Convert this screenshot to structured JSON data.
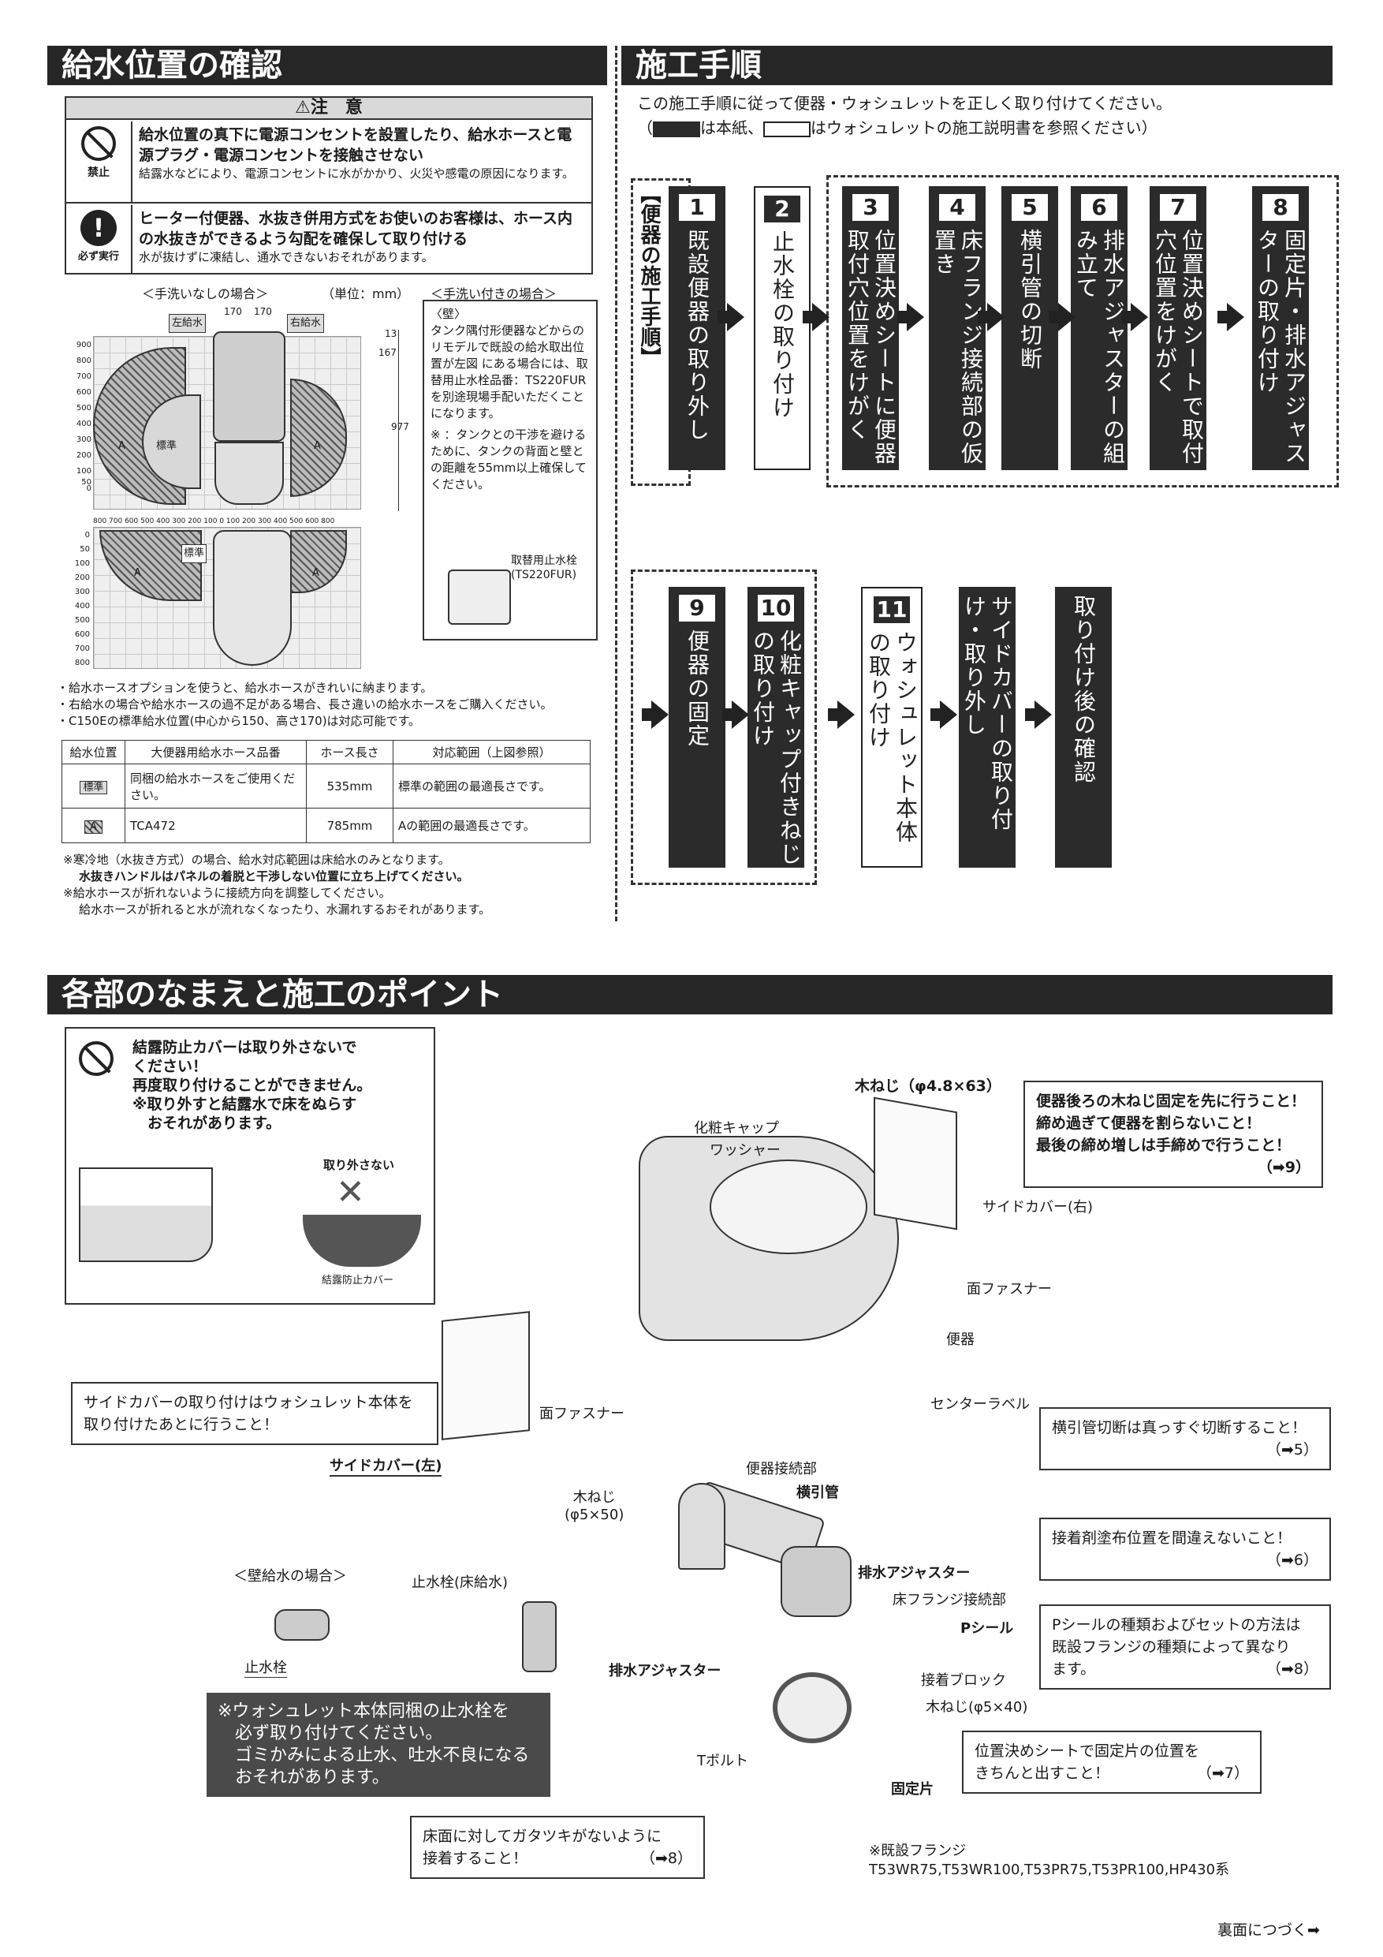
{
  "section1": {
    "title": "給水位置の確認",
    "caution_title": "⚠注　意",
    "prohibit_label": "禁止",
    "prohibit_bold": "給水位置の真下に電源コンセントを設置したり、給水ホースと電源プラグ・電源コンセントを接触させない",
    "prohibit_small": "結露水などにより、電源コンセントに水がかかり、火災や感電の原因になります。",
    "must_label": "必ず実行",
    "must_bold": "ヒーター付便器、水抜き併用方式をお使いのお客様は、ホース内の水抜きができるよう勾配を確保して取り付ける",
    "must_small": "水が抜けずに凍結し、通水できないおそれがあります。",
    "diagram_left_caption": "＜手洗いなしの場合＞",
    "diagram_unit": "（単位：mm）",
    "diagram_right_caption": "＜手洗い付きの場合＞",
    "label_left_supply": "左給水",
    "label_right_supply": "右給水",
    "label_standard": "標準",
    "label_a": "A",
    "dim_170a": "170",
    "dim_170b": "170",
    "dim_13": "13",
    "dim_167": "167",
    "dim_977": "977",
    "y_ticks": [
      "900",
      "800",
      "700",
      "600",
      "500",
      "400",
      "300",
      "200",
      "100",
      "50",
      "0"
    ],
    "x_ticks": "800 700 600 500 400 300 200 100 0 100 200 300 400 500 600 800",
    "y_ticks2": [
      "0",
      "50",
      "100",
      "200",
      "300",
      "400",
      "500",
      "600",
      "700",
      "800"
    ],
    "wall_title": "〈壁〉",
    "wall_text": "タンク隅付形便器などからのリモデルで既設の給水取出位置が左図 にある場合には、取替用止水栓品番：TS220FURを別途現場手配いただくことになります。",
    "wall_note": "※ ：タンクとの干渉を避けるために、タンクの背面と壁との距離を55mm以上確保してください。",
    "valve_label": "取替用止水栓\n(TS220FUR)",
    "bullets": [
      "・給水ホースオプションを使うと、給水ホースがきれいに納まります。",
      "・右給水の場合や給水ホースの過不足がある場合、長さ違いの給水ホースをご購入ください。",
      "・C150Eの標準給水位置(中心から150、高さ170)は対応可能です。"
    ],
    "table_headers": [
      "給水位置",
      "大便器用給水ホース品番",
      "ホース長さ",
      "対応範囲（上図参照）"
    ],
    "table_rows": [
      [
        "標準",
        "同梱の給水ホースをご使用ください。",
        "535mm",
        "標準の範囲の最適長さです。"
      ],
      [
        "A",
        "TCA472",
        "785mm",
        "Aの範囲の最適長さです。"
      ]
    ],
    "footnote1": "※寒冷地（水抜き方式）の場合、給水対応範囲は床給水のみとなります。",
    "footnote1b": "水抜きハンドルはパネルの着脱と干渉しない位置に立ち上げてください。",
    "footnote2": "※給水ホースが折れないように接続方向を調整してください。",
    "footnote2b": "給水ホースが折れると水が流れなくなったり、水漏れするおそれがあります。"
  },
  "section2": {
    "title": "施工手順",
    "intro1": "この施工手順に従って便器・ウォシュレットを正しく取り付けてください。",
    "intro2_a": "（",
    "intro2_b": "は本紙、",
    "intro2_c": "はウォシュレットの施工説明書を参照ください）",
    "group_label": "【便器の施工手順】",
    "steps": [
      {
        "num": "1",
        "text": "既設便器の取り外し"
      },
      {
        "num": "2",
        "text": "止水栓の取り付け"
      },
      {
        "num": "3",
        "text": "位置決めシートに便器取付穴位置をけがく"
      },
      {
        "num": "4",
        "text": "床フランジ接続部の仮置き"
      },
      {
        "num": "5",
        "text": "横引管の切断"
      },
      {
        "num": "6",
        "text": "排水アジャスターの組み立て"
      },
      {
        "num": "7",
        "text": "位置決めシートで取付穴位置をけがく"
      },
      {
        "num": "8",
        "text": "固定片・排水アジャスターの取り付け"
      },
      {
        "num": "9",
        "text": "便器の固定"
      },
      {
        "num": "10",
        "text": "化粧キャップ付きねじの取り付け"
      },
      {
        "num": "11",
        "text": "ウォシュレット本体の取り付け"
      },
      {
        "num": "",
        "text": "サイドカバーの取り付け・取り外し"
      },
      {
        "num": "",
        "text": "取り付け後の確認"
      }
    ]
  },
  "section3": {
    "title": "各部のなまえと施工のポイント",
    "warn_text": [
      "結露防止カバーは取り外さないで",
      "ください！",
      "再度取り付けることができません。",
      "※取り外すと結露水で床をぬらす",
      "　おそれがあります。"
    ],
    "warn_no_remove": "取り外さない",
    "warn_cover_label": "結露防止カバー",
    "labels": {
      "wood_screw_top": "木ねじ（φ4.8×63）",
      "cap": "化粧キャップ",
      "washer": "ワッシャー",
      "side_cover_right": "サイドカバー(右)",
      "fastener1": "面ファスナー",
      "toilet": "便器",
      "fastener2": "面ファスナー",
      "center_label": "センターラベル",
      "side_cover_left": "サイドカバー(左)",
      "toilet_joint": "便器接続部",
      "horizontal_pipe": "横引管",
      "wood_screw_mid": "木ねじ\n(φ5×50)",
      "drain_adjuster": "排水アジャスター",
      "floor_flange_joint": "床フランジ接続部",
      "p_seal": "Pシール",
      "adhesive_block": "接着ブロック",
      "wood_screw_small": "木ねじ(φ5×40)",
      "drain_adjuster2": "排水アジャスター",
      "t_bolt": "Tボルト",
      "fixing_piece": "固定片",
      "existing_flange": "※既設フランジ",
      "flange_models": "T53WR75,T53WR100,T53PR75,T53PR100,HP430系",
      "wall_supply_case": "＜壁給水の場合＞",
      "stop_valve_floor": "止水栓(床給水)",
      "stop_valve": "止水栓"
    },
    "notes": {
      "n1": [
        "便器後ろの木ねじ固定を先に行うこと！",
        "締め過ぎて便器を割らないこと！",
        "最後の締め増しは手締めで行うこと！"
      ],
      "n1_ref": "（➡9）",
      "n2": [
        "サイドカバーの取り付けはウォシュレット本体を",
        "取り付けたあとに行うこと！"
      ],
      "n3": [
        "横引管切断は真っすぐ切断すること！"
      ],
      "n3_ref": "（➡5）",
      "n4": [
        "接着剤塗布位置を間違えないこと！"
      ],
      "n4_ref": "（➡6）",
      "n5": [
        "Pシールの種類およびセットの方法は",
        "既設フランジの種類によって異なり",
        "ます。"
      ],
      "n5_ref": "（➡8）",
      "n6": [
        "位置決めシートで固定片の位置を",
        "きちんと出すこと！"
      ],
      "n6_ref": "（➡7）",
      "n7": [
        "床面に対してガタツキがないように",
        "接着すること！"
      ],
      "n7_ref": "（➡8）",
      "dark": [
        "※ウォシュレット本体同梱の止水栓を",
        "　必ず取り付けてください。",
        "　ゴミかみによる止水、吐水不良になる",
        "　おそれがあります。"
      ]
    }
  },
  "footer": "裏面につづく➡"
}
